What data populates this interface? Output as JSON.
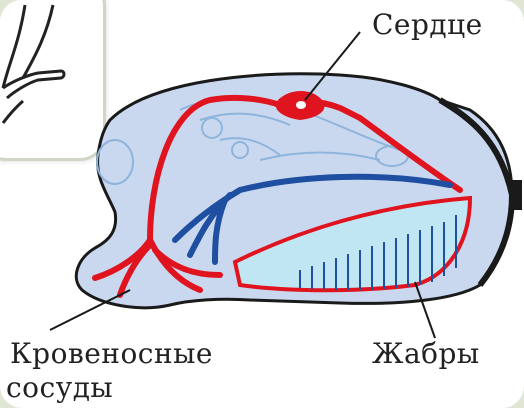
{
  "labels": {
    "heart": "Сердце",
    "vessels_line1": "Кровеносные",
    "vessels_line2": "сосуды",
    "gills": "Жабры"
  },
  "colors": {
    "arterial": "#e0141e",
    "venous": "#1f4fa0",
    "body_fill": "#c9d8ef",
    "gill_fill": "#bfe6f2",
    "outline": "#1a1a1a"
  }
}
